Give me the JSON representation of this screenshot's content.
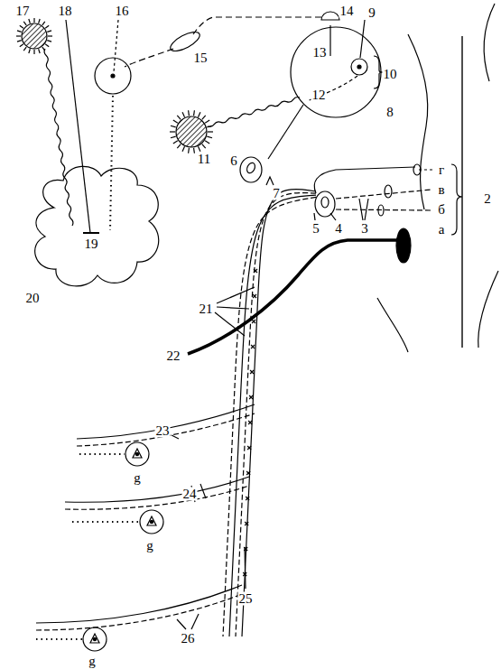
{
  "diagram": {
    "labels": [
      "14",
      "9",
      "17",
      "18",
      "16",
      "13",
      "10",
      "15",
      "12",
      "8",
      "11",
      "7",
      "г",
      "в",
      "б",
      "а",
      "2",
      "6",
      "5",
      "4",
      "3",
      "21",
      "20",
      "19",
      "22",
      "23",
      "g",
      "24",
      "g",
      "25",
      "26",
      "g"
    ]
  }
}
